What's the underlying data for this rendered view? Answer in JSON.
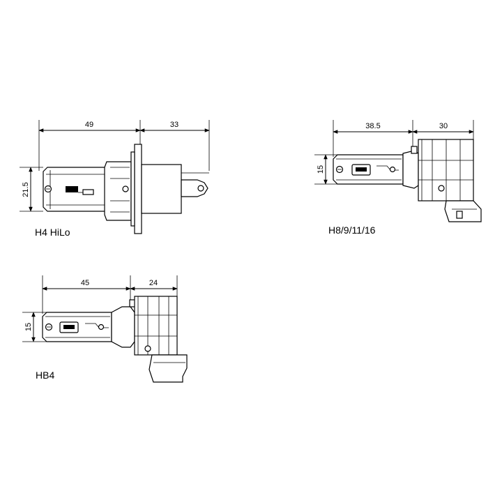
{
  "figures": [
    {
      "name": "H4 HiLo",
      "dim_left": "49",
      "dim_right": "33",
      "dim_height": "21.5"
    },
    {
      "name": "H8/9/11/16",
      "dim_left": "38.5",
      "dim_right": "30",
      "dim_height": "15"
    },
    {
      "name": "HB4",
      "dim_left": "45",
      "dim_right": "24",
      "dim_height": "15"
    }
  ]
}
